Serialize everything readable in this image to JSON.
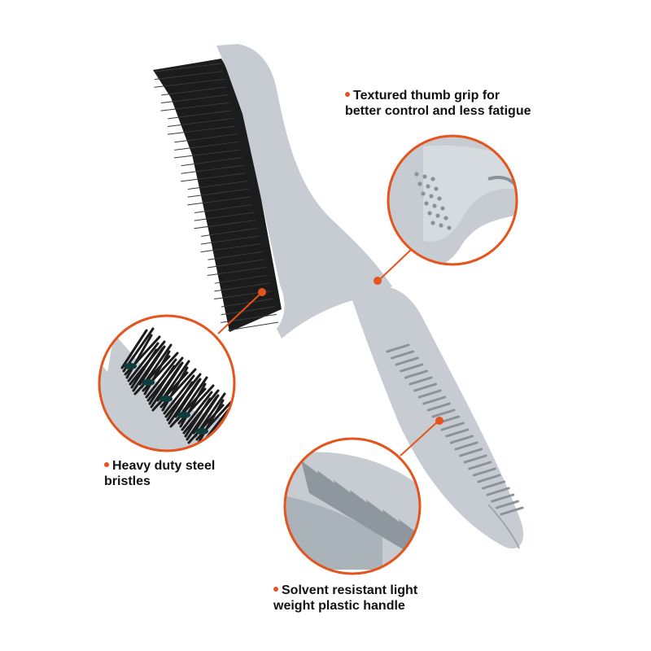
{
  "accent_color": "#e5541c",
  "product": {
    "handle_color": "#c6ccd2",
    "bristle_color": "#1c1c1c"
  },
  "callouts": {
    "thumb_grip": {
      "line1": "Textured thumb grip for",
      "line2": "better control and less fatigue"
    },
    "bristles": {
      "line1": "Heavy duty steel",
      "line2": "bristles"
    },
    "handle": {
      "line1": "Solvent resistant light",
      "line2": "weight plastic handle"
    }
  }
}
